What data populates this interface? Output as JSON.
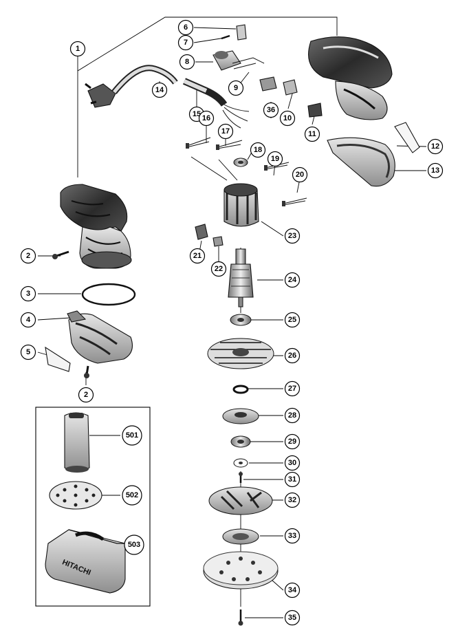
{
  "diagram": {
    "callouts": {
      "c1": "1",
      "c2a": "2",
      "c2b": "2",
      "c3": "3",
      "c4": "4",
      "c5": "5",
      "c6": "6",
      "c7": "7",
      "c8": "8",
      "c9": "9",
      "c10": "10",
      "c11": "11",
      "c12": "12",
      "c13": "13",
      "c14": "14",
      "c15": "15",
      "c16": "16",
      "c17": "17",
      "c18": "18",
      "c19": "19",
      "c20": "20",
      "c21": "21",
      "c22": "22",
      "c23": "23",
      "c24": "24",
      "c25": "25",
      "c26": "26",
      "c27": "27",
      "c28": "28",
      "c29": "29",
      "c30": "30",
      "c31": "31",
      "c32": "32",
      "c33": "33",
      "c34": "34",
      "c35": "35",
      "c36": "36",
      "c501": "501",
      "c502": "502",
      "c503": "503"
    },
    "case_brand": "HITACHI"
  },
  "colors": {
    "line": "#000000",
    "body": "#2a2a2a",
    "mid": "#8a8a8a",
    "light": "#d9d9d9"
  }
}
